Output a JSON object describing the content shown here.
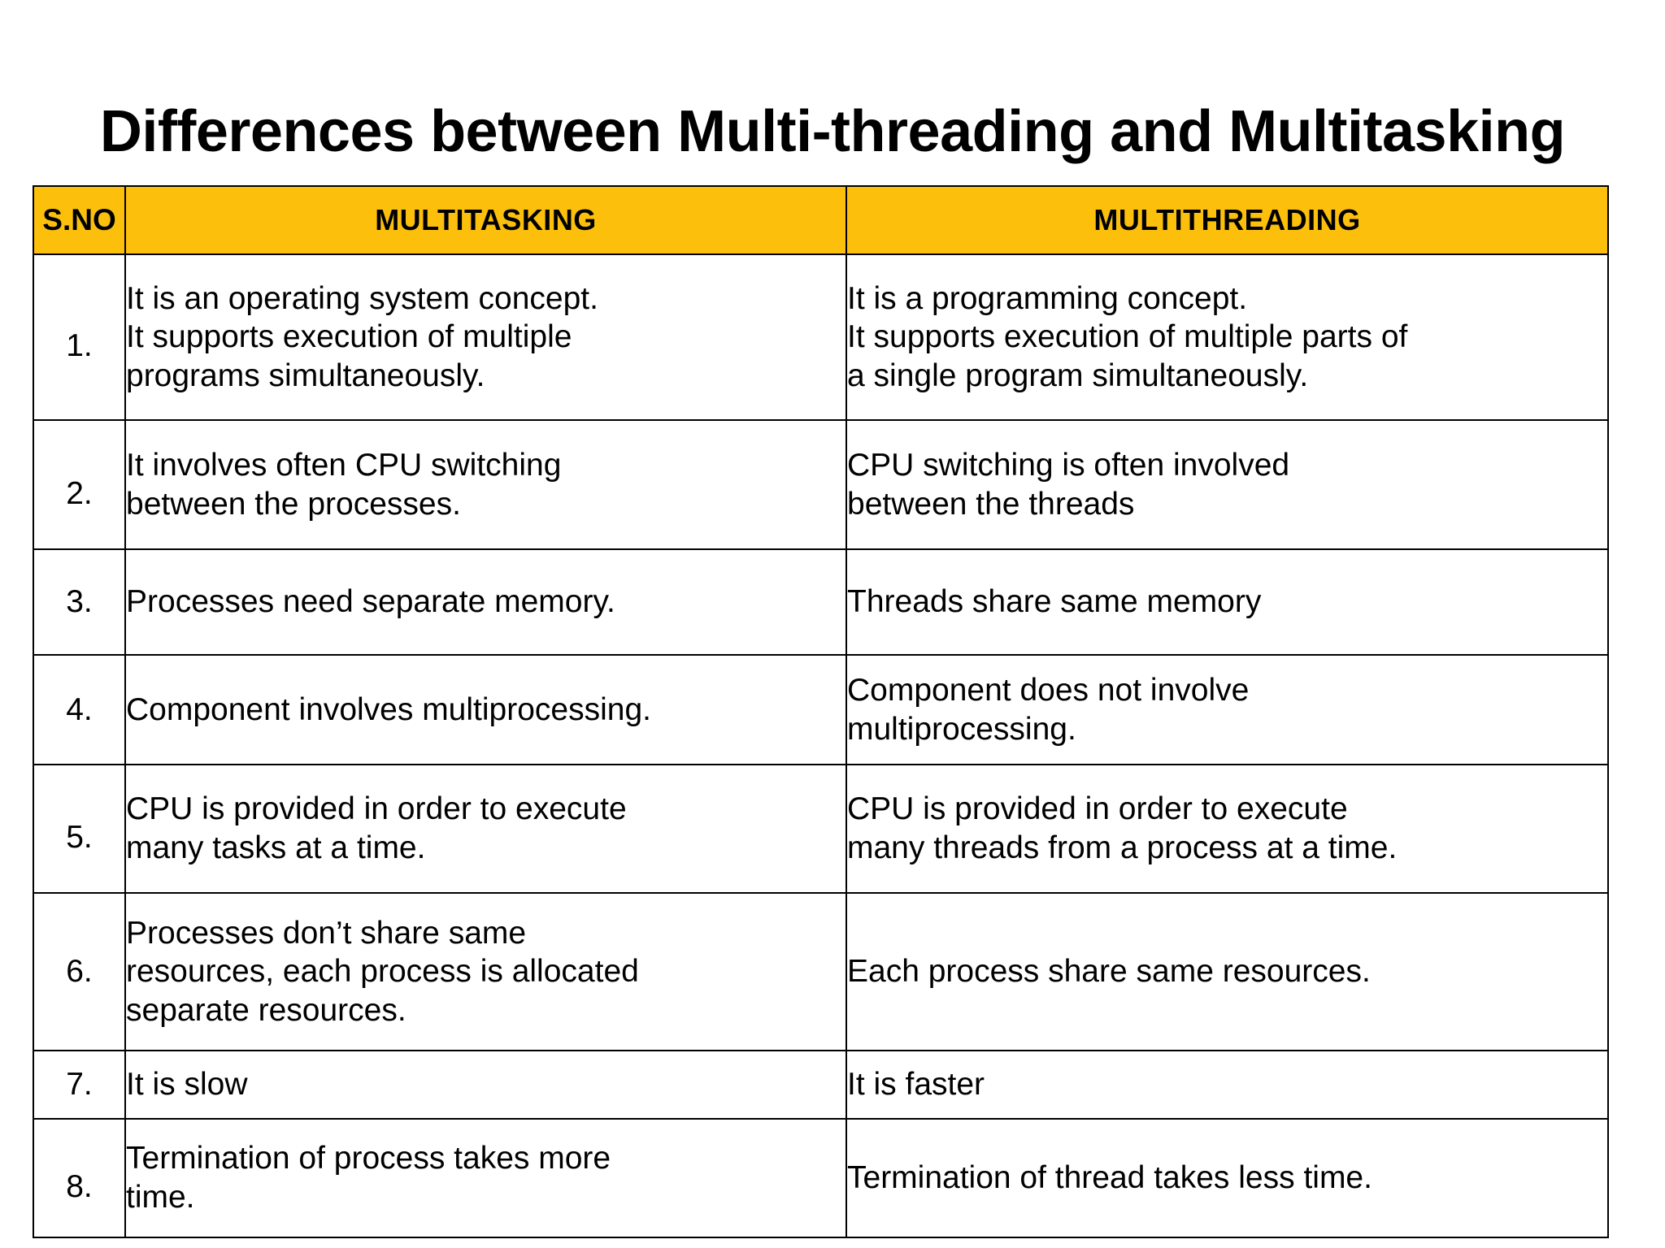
{
  "page": {
    "title": "Differences between Multi-threading and Multitasking",
    "background_color": "#FFFFFF",
    "text_color": "#000000"
  },
  "table": {
    "header_background_color": "#FBBF0C",
    "border_color": "#000000",
    "columns": [
      {
        "key": "sno",
        "label": "S.NO"
      },
      {
        "key": "left",
        "label": "MULTITASKING"
      },
      {
        "key": "right",
        "label": "MULTITHREADING"
      }
    ],
    "rows": [
      {
        "sno": "1.",
        "left_lines": [
          "It is an operating system concept.",
          "It supports execution of multiple",
          "programs simultaneously."
        ],
        "right_lines": [
          "It is a programming concept.",
          "It supports execution of multiple parts of",
          "a single program simultaneously."
        ]
      },
      {
        "sno": "2.",
        "left_lines": [
          "It involves often CPU switching",
          "between the processes."
        ],
        "right_lines": [
          "CPU switching is often involved",
          "between the threads"
        ]
      },
      {
        "sno": "3.",
        "left_lines": [
          "Processes need separate memory."
        ],
        "right_lines": [
          "Threads share same memory"
        ]
      },
      {
        "sno": "4.",
        "left_lines": [
          "Component involves multiprocessing."
        ],
        "right_lines": [
          "Component does not involve",
          "multiprocessing."
        ]
      },
      {
        "sno": "5.",
        "left_lines": [
          "CPU is provided in order to execute",
          "many tasks at a time."
        ],
        "right_lines": [
          "CPU is provided in order to execute",
          "many threads from a process at a time."
        ]
      },
      {
        "sno": "6.",
        "left_lines": [
          "Processes don’t share same",
          "resources, each process is allocated",
          "separate resources."
        ],
        "right_lines": [
          "Each process share same resources."
        ]
      },
      {
        "sno": "7.",
        "left_lines": [
          "It is slow"
        ],
        "right_lines": [
          "It is faster"
        ]
      },
      {
        "sno": "8.",
        "left_lines": [
          "Termination of process takes more",
          "time."
        ],
        "right_lines": [
          "Termination of thread takes less time."
        ]
      }
    ]
  }
}
